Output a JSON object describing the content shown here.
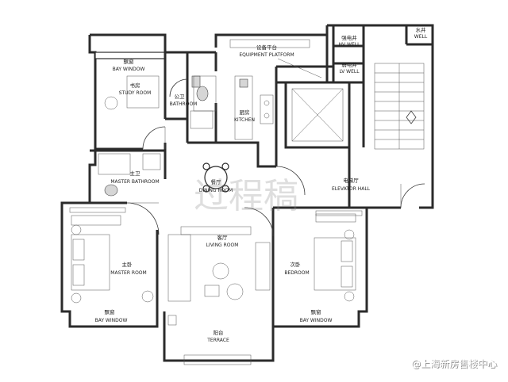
{
  "rooms": {
    "equipment_platform": {
      "cn": "设备平台",
      "en": "EQUIPMENT PLATFORM"
    },
    "hv_well": {
      "cn": "强电井",
      "en": "HV WELL"
    },
    "lv_well": {
      "cn": "弱电井",
      "en": "LV WELL"
    },
    "water_well": {
      "cn": "水井",
      "en": "WELL"
    },
    "bay_window_top": {
      "cn": "飘窗",
      "en": "BAY WINDOW"
    },
    "study_room": {
      "cn": "书房",
      "en": "STUDY ROOM"
    },
    "public_bathroom": {
      "cn": "公卫",
      "en": "BATHROOM"
    },
    "kitchen": {
      "cn": "厨房",
      "en": "KITCHEN"
    },
    "master_bathroom": {
      "cn": "主卫",
      "en": "MASTER BATHROOM"
    },
    "dining_room": {
      "cn": "餐厅",
      "en": "DINING ROOM"
    },
    "elevator_hall": {
      "cn": "电梯厅",
      "en": "ELEVATOR HALL"
    },
    "living_room": {
      "cn": "客厅",
      "en": "LIVING ROOM"
    },
    "master_room": {
      "cn": "主卧",
      "en": "MASTER ROOM"
    },
    "bedroom": {
      "cn": "次卧",
      "en": "BEDROOM"
    },
    "bay_window_left": {
      "cn": "飘窗",
      "en": "BAY WINDOW"
    },
    "bay_window_right": {
      "cn": "飘窗",
      "en": "BAY WINDOW"
    },
    "terrace": {
      "cn": "阳台",
      "en": "TERRACE"
    }
  },
  "watermark": "过程稿",
  "credit": "@上海新房售楼中心",
  "colors": {
    "wall": "#2b2b2b",
    "background": "#ffffff",
    "fixture_fill": "#d6d6d6",
    "watermark": "#8a8a8a"
  }
}
